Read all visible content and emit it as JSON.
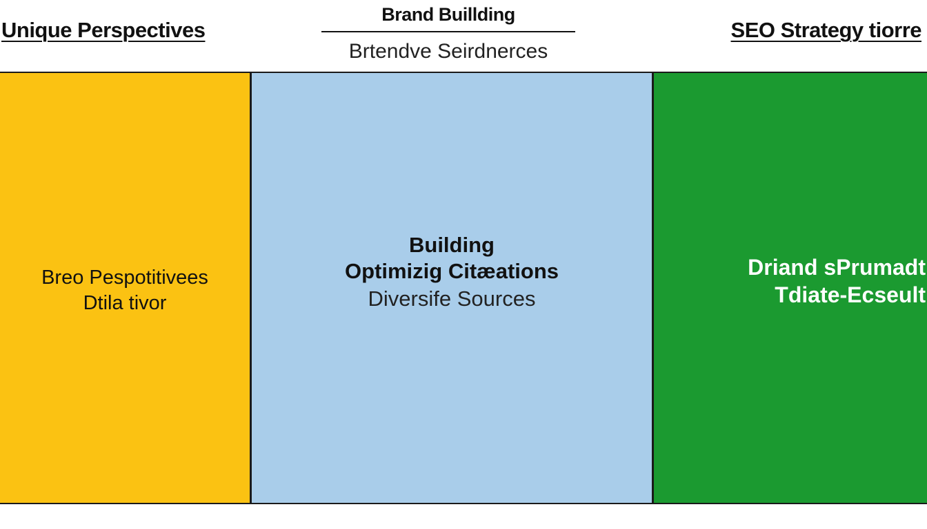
{
  "header": {
    "left_title": "Unique Perspectives",
    "center_title": "Brand Buillding",
    "center_subtitle": "Brtendve Seirdnerces",
    "right_title": "SEO Strategy tiorre"
  },
  "panels": [
    {
      "color": "#fbc212",
      "lines": [
        "Breo Pespotitivees",
        "Dtila tivor"
      ]
    },
    {
      "color": "#a9cdea",
      "lines": [
        "Building",
        "Optimizig Citæations",
        "Diversife Sources"
      ]
    },
    {
      "color": "#1b9a30",
      "lines": [
        "Driand sPrumadt",
        "Tdiate-Ecseult"
      ]
    }
  ]
}
